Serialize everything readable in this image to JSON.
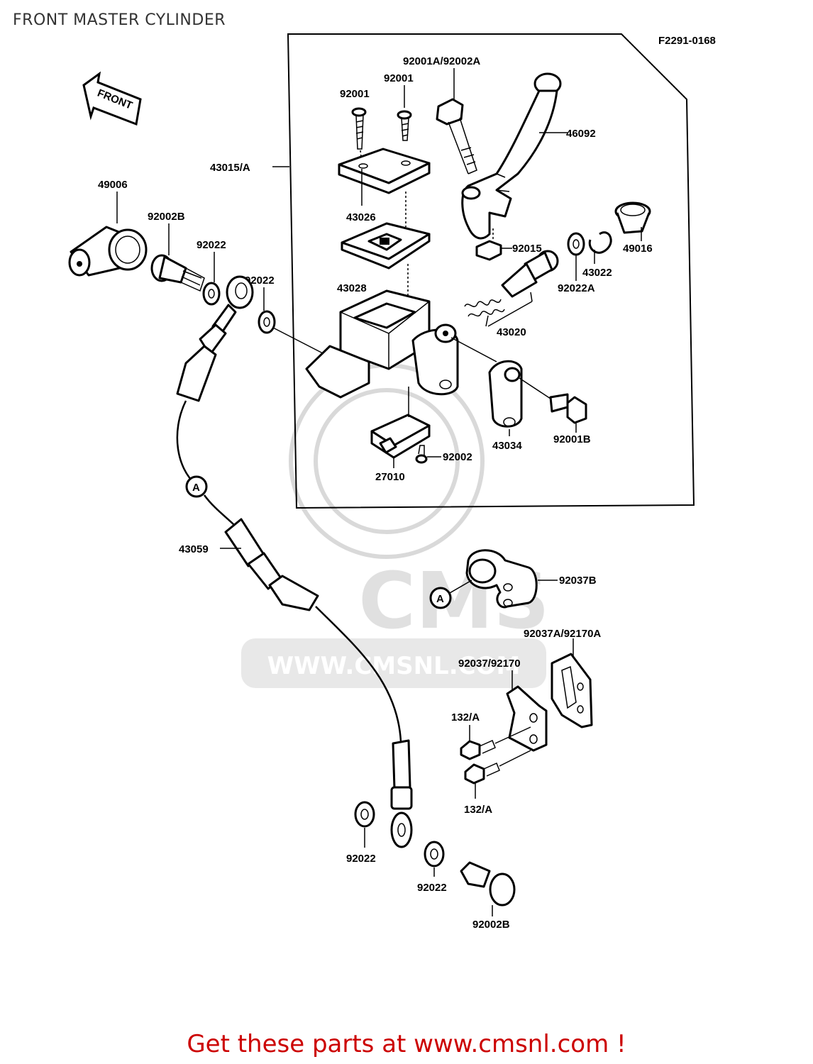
{
  "header": {
    "title": "FRONT MASTER CYLINDER"
  },
  "figure_code": "F2291-0168",
  "front_arrow": {
    "label": "FRONT"
  },
  "callouts": {
    "p49006": "49006",
    "p92002B_top": "92002B",
    "p92022_a": "92022",
    "p92022_b": "92022",
    "p43015A": "43015/A",
    "p92001_a": "92001",
    "p92001_b": "92001",
    "p92001A_92002A": "92001A/92002A",
    "p46092": "46092",
    "p43026": "43026",
    "p43028": "43028",
    "p92015": "92015",
    "p49016": "49016",
    "p43022": "43022",
    "p92022A": "92022A",
    "p43020": "43020",
    "p43034": "43034",
    "p92001B": "92001B",
    "p92002": "92002",
    "p27010": "27010",
    "ref_A_1": "A",
    "ref_A_2": "A",
    "p43059": "43059",
    "p92037B": "92037B",
    "p92037A_92170A": "92037A/92170A",
    "p92037_92170": "92037/92170",
    "p132A_a": "132/A",
    "p132A_b": "132/A",
    "p92022_c": "92022",
    "p92022_d": "92022",
    "p92002B_bottom": "92002B"
  },
  "watermark": {
    "brand": "CMS",
    "url": "WWW.CMSNL.COM"
  },
  "footer": {
    "promo": "Get these parts at www.cmsnl.com !"
  }
}
